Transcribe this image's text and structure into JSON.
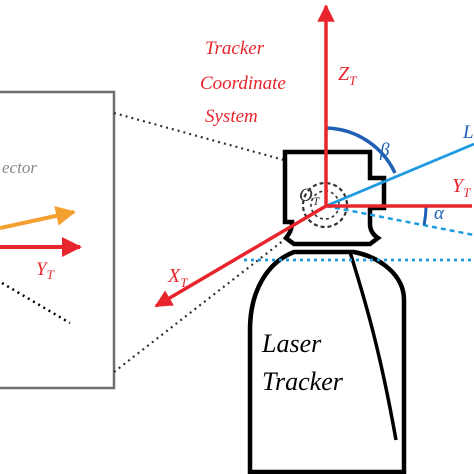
{
  "title": {
    "line1": "Tracker",
    "line2": "Coordinate",
    "line3": "System"
  },
  "inset": {
    "caption_fragment": "ector",
    "y_axis": {
      "main": "Y",
      "sub": "T"
    }
  },
  "axes": {
    "z": {
      "main": "Z",
      "sub": "T"
    },
    "y": {
      "main": "Y",
      "sub": "T"
    },
    "x": {
      "main": "X",
      "sub": "T"
    },
    "origin": {
      "main": "O",
      "sub": "T"
    }
  },
  "angles": {
    "beta": "β",
    "alpha": "α"
  },
  "beam_label": "L",
  "body": {
    "line1": "Laser",
    "line2": "Tracker"
  },
  "colors": {
    "axis": "#e8252c",
    "beam": "#1e9be0",
    "angle": "#1f5fb5",
    "arrow_orange": "#f4a030",
    "outline": "#000000",
    "inset_border": "#6f6f6f"
  }
}
